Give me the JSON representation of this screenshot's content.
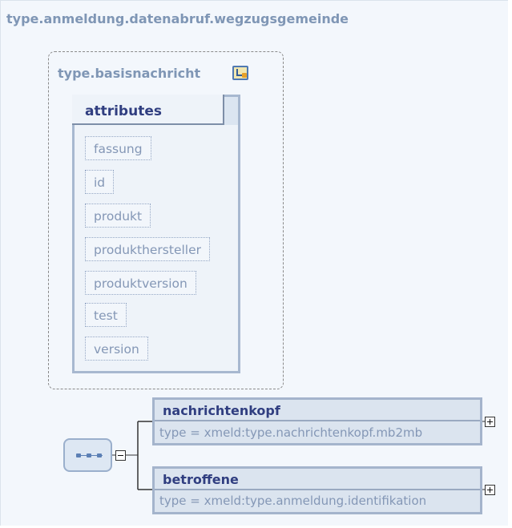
{
  "complex_type": {
    "name": "type.anmeldung.datenabruf.wegzugsgemeinde"
  },
  "base_type": {
    "name": "type.basisnachricht",
    "icon": "type-reference-icon"
  },
  "attributes": {
    "heading": "attributes",
    "items": [
      "fassung",
      "id",
      "produkt",
      "produkthersteller",
      "produktversion",
      "test",
      "version"
    ]
  },
  "sequence": {
    "icon": "sequence-icon",
    "toggle": "collapse"
  },
  "elements": [
    {
      "name": "nachrichtenkopf",
      "type": "type  = xmeld:type.nachrichtenkopf.mb2mb",
      "toggle": "expand"
    },
    {
      "name": "betroffene",
      "type": "type  = xmeld:type.anmeldung.identifikation",
      "toggle": "expand"
    }
  ],
  "colors": {
    "title": "#7f96b5",
    "element_name": "#303e80",
    "panel_border": "#a4b4cc",
    "panel_fill": "#dbe4ef"
  }
}
